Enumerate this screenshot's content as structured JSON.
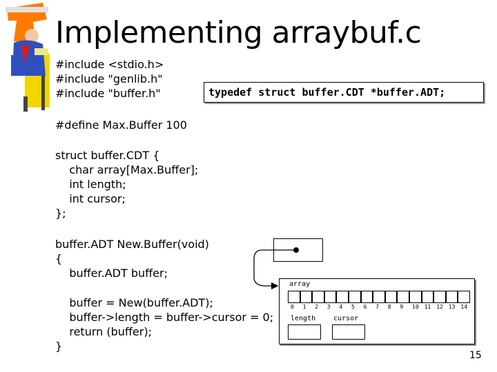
{
  "slide": {
    "title": "Implementing arraybuf.c",
    "includes": [
      "#include <stdio.h>",
      "#include \"genlib.h\"",
      "#include \"buffer.h\""
    ],
    "typedef_line": "typedef struct buffer.CDT *buffer.ADT;",
    "define_line": "#define Max.Buffer 100",
    "struct_lines": [
      "struct buffer.CDT {",
      "    char array[Max.Buffer];",
      "    int length;",
      "    int cursor;",
      "};"
    ],
    "func_lines": [
      "buffer.ADT New.Buffer(void)",
      "{",
      "    buffer.ADT buffer;",
      "",
      "    buffer = New(buffer.ADT);",
      "    buffer->length = buffer->cursor = 0;",
      "    return (buffer);",
      "}"
    ],
    "page_number": "15"
  },
  "diagram": {
    "array_label": "array",
    "indices": [
      "0",
      "1",
      "2",
      "3",
      "4",
      "5",
      "6",
      "7",
      "8",
      "9",
      "10",
      "11",
      "12",
      "13",
      "14"
    ],
    "length_label": "length",
    "cursor_label": "cursor"
  }
}
